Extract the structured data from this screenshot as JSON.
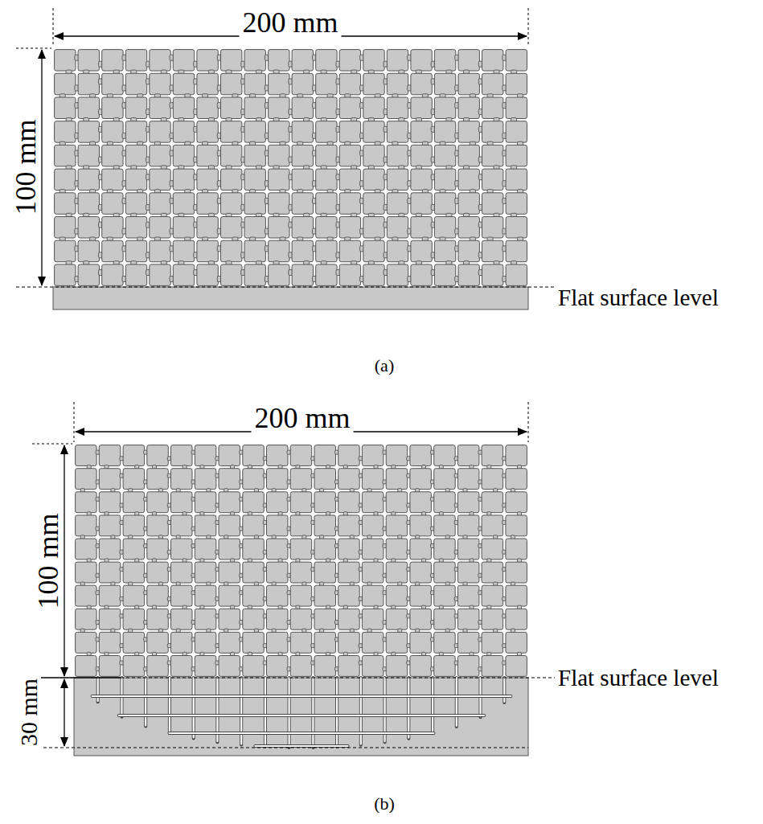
{
  "diagram": {
    "labels": [
      "200 mm",
      "100 mm",
      "Flat surface level",
      "(a)",
      "200 mm",
      "100 mm",
      "30 mm",
      "Flat surface level",
      "(b)"
    ]
  }
}
